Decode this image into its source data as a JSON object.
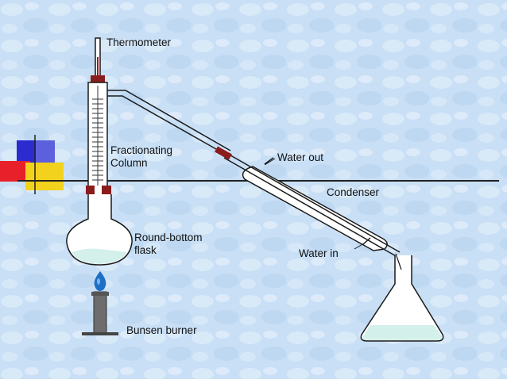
{
  "labels": {
    "thermometer": "Thermometer",
    "fractionating_column": [
      "Fractionating",
      "Column"
    ],
    "water_out": "Water out",
    "condenser": "Condenser",
    "round_bottom_flask": [
      "Round-bottom",
      "flask"
    ],
    "water_in": "Water in",
    "bunsen_burner": "Bunsen burner"
  },
  "colors": {
    "background": "#c7def5",
    "outline": "#1a1a1a",
    "stopper": "#8b1c1c",
    "liquid": "#cfeee9",
    "flame": "#1f6fc4",
    "burner": "#6d6d6d",
    "deco_blue": "#2b2bd0",
    "deco_red": "#e8202a",
    "deco_yellow": "#f2d21c"
  }
}
